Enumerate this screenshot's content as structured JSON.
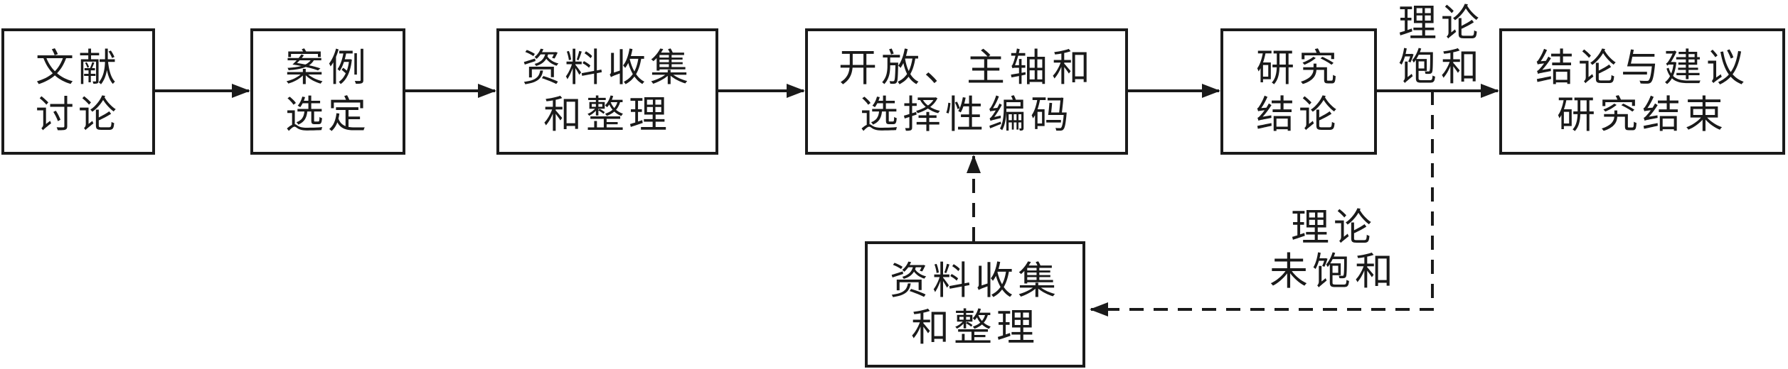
{
  "nodes": {
    "literature": {
      "lines": [
        "文献",
        "讨论"
      ]
    },
    "case_selection": {
      "lines": [
        "案例",
        "选定"
      ]
    },
    "data_collection": {
      "lines": [
        "资料收集",
        "和整理"
      ]
    },
    "coding": {
      "lines": [
        "开放、主轴和",
        "选择性编码"
      ]
    },
    "conclusion": {
      "lines": [
        "研究",
        "结论"
      ]
    },
    "end": {
      "lines": [
        "结论与建议",
        "研究结束"
      ]
    },
    "data_collection_loop": {
      "lines": [
        "资料收集",
        "和整理"
      ]
    }
  },
  "edge_labels": {
    "saturated": {
      "lines": [
        "理论",
        "饱和"
      ]
    },
    "unsaturated": {
      "lines": [
        "理论",
        "未饱和"
      ]
    }
  },
  "colors": {
    "line": "#1a1a1a",
    "background": "#ffffff"
  }
}
